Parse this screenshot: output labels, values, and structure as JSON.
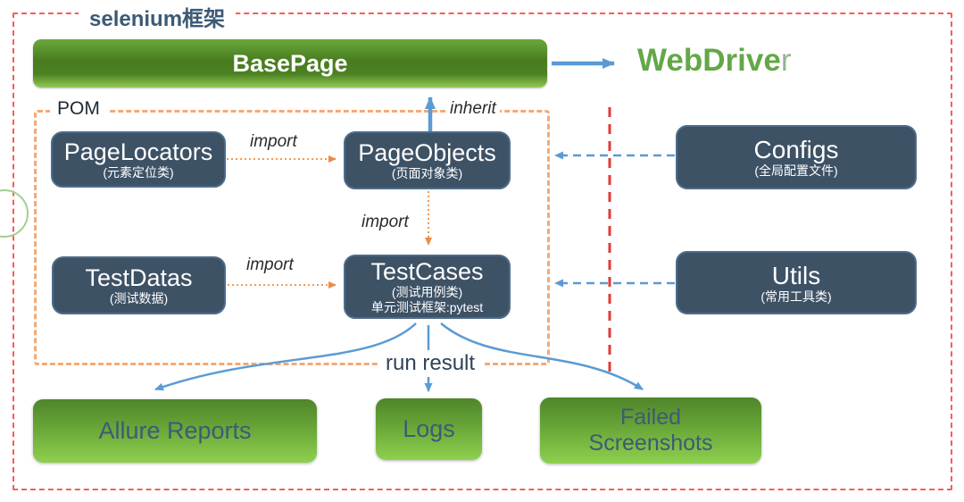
{
  "frame": {
    "title": "selenium框架"
  },
  "pom": {
    "label": "POM"
  },
  "nodes": {
    "basepage": {
      "label": "BasePage"
    },
    "webdriver": {
      "label_main": "WebDrive",
      "label_tail": "r"
    },
    "pagelocators": {
      "title": "PageLocators",
      "subtitle": "(元素定位类)"
    },
    "pageobjects": {
      "title": "PageObjects",
      "subtitle": "(页面对象类)"
    },
    "testdatas": {
      "title": "TestDatas",
      "subtitle": "(测试数据)"
    },
    "testcases": {
      "title": "TestCases",
      "subtitle": "(测试用例类)",
      "subtitle2": "单元测试框架:pytest"
    },
    "configs": {
      "title": "Configs",
      "subtitle": "(全局配置文件)"
    },
    "utils": {
      "title": "Utils",
      "subtitle": "(常用工具类)"
    },
    "allure_reports": {
      "label": "Allure Reports"
    },
    "logs": {
      "label": "Logs"
    },
    "failed_screenshots": {
      "line1": "Failed",
      "line2": "Screenshots"
    }
  },
  "edges": {
    "import_locators_to_objects": "import",
    "import_objects_to_cases": "import",
    "import_datas_to_cases": "import",
    "inherit": "inherit",
    "run_result": "run result"
  },
  "colors": {
    "outer_frame_red": "#f95c57",
    "inner_divider_red": "#e23a34",
    "pom_frame_orange": "#f3aa76",
    "import_arrow_orange": "#ec8b43",
    "arrow_blue": "#5b9bd5",
    "node_dark_slate": "#3e5266",
    "green_gradient_dark": "#4f852a",
    "green_gradient_light": "#8ed04f",
    "webdriver_green": "#64a748",
    "green_box_text": "#3e5a78"
  }
}
